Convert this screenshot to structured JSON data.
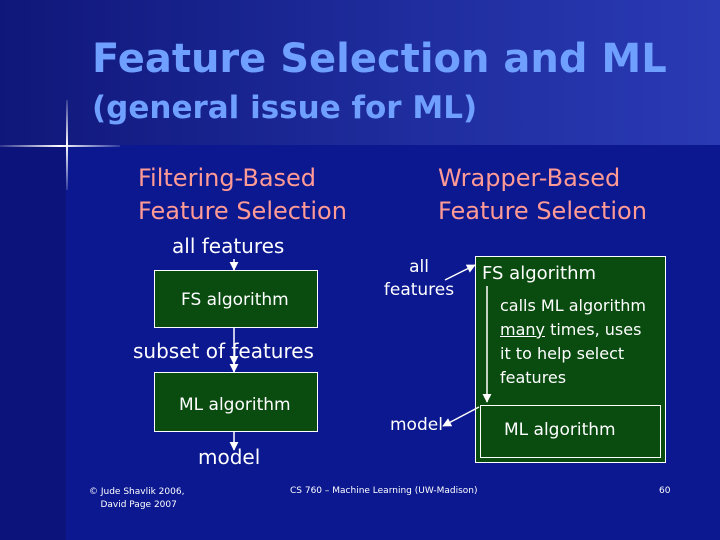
{
  "slide": {
    "title": "Feature Selection and ML",
    "subtitle": "(general issue for ML)",
    "colors": {
      "title": "#6f9fff",
      "heading": "#ff9a95",
      "box_fill": "#0a4b10",
      "background": "#0e1790"
    }
  },
  "filtering": {
    "heading": "Filtering-Based\nFeature Selection",
    "all_features": "all features",
    "fs_box": "FS algorithm",
    "subset": "subset of features",
    "ml_box": "ML algorithm",
    "model": "model"
  },
  "wrapper": {
    "heading": "Wrapper-Based\nFeature Selection",
    "all_features": "all\nfeatures",
    "fs_title": "FS algorithm",
    "calls_pre": "calls ML algorithm\n",
    "calls_many": "many",
    "calls_post": " times, uses\nit to help select\nfeatures",
    "ml_box": "ML algorithm",
    "model": "model"
  },
  "footer": {
    "copyright": "© Jude Shavlik 2006,\n    David Page 2007",
    "course": "CS 760 – Machine Learning (UW-Madison)",
    "page": "60"
  }
}
